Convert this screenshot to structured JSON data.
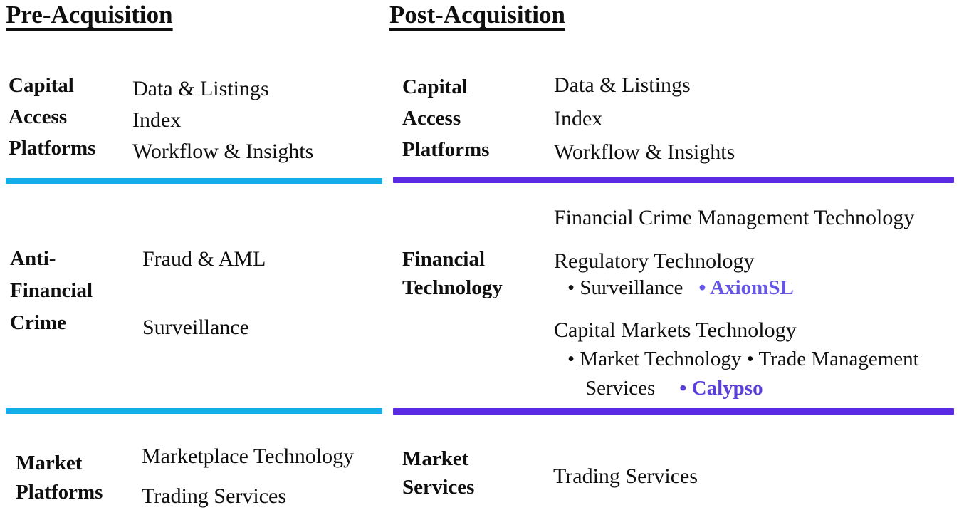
{
  "colors": {
    "pre_divider": "#13AEE9",
    "post_divider": "#5A2BE2",
    "axiomsl": "#6656E8",
    "calypso": "#5C3ED8",
    "text": "#0F0F0F"
  },
  "pre": {
    "title": "Pre-Acquisition",
    "capital_access": {
      "label": [
        "Capital",
        "Access",
        "Platforms"
      ],
      "items": [
        "Data & Listings",
        "Index",
        "Workflow & Insights"
      ]
    },
    "anti_financial_crime": {
      "label": [
        "Anti-",
        "Financial",
        "Crime"
      ],
      "items": [
        "Fraud & AML",
        "Surveillance"
      ]
    },
    "market_platforms": {
      "label": [
        "Market",
        "Platforms"
      ],
      "items": [
        "Marketplace Technology",
        "Trading Services"
      ]
    }
  },
  "post": {
    "title": "Post-Acquisition",
    "capital_access": {
      "label": [
        "Capital",
        "Access",
        "Platforms"
      ],
      "items": [
        "Data & Listings",
        "Index",
        "Workflow & Insights"
      ]
    },
    "financial_technology": {
      "label": [
        "Financial",
        "Technology"
      ],
      "financial_crime_mgmt": "Financial Crime Management Technology",
      "regulatory": "Regulatory Technology",
      "regulatory_bullets": {
        "surveillance": "• Surveillance",
        "axiomsl": "• AxiomSL"
      },
      "capital_markets": "Capital Markets Technology",
      "capital_markets_bullets": {
        "line1": "• Market Technology • Trade Management",
        "line2_services": "Services",
        "calypso": "• Calypso"
      }
    },
    "market_services": {
      "label": [
        "Market",
        "Services"
      ],
      "items": [
        "Trading Services"
      ]
    }
  }
}
